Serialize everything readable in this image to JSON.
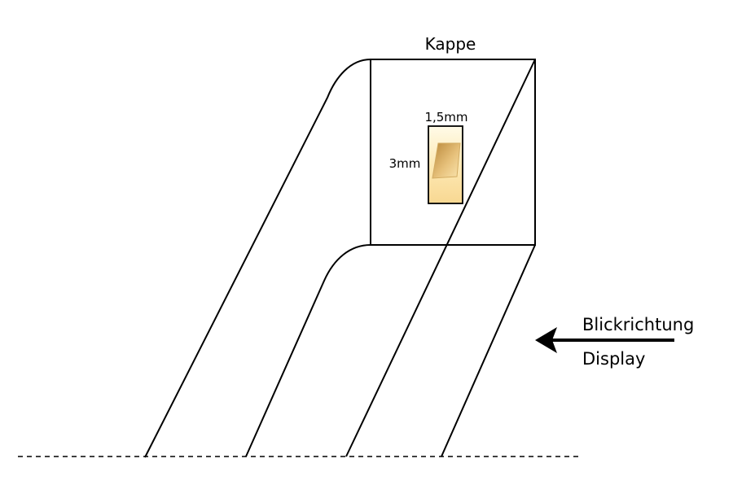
{
  "labels": {
    "cap": "Kappe",
    "width_dim": "1,5mm",
    "height_dim": "3mm",
    "direction_line1": "Blickrichtung",
    "direction_line2": "Display"
  },
  "colors": {
    "line": "#000000",
    "component_fill_light": "#fff0c4",
    "component_fill_mid": "#f7d68c",
    "component_fill_dark": "#c99a4a"
  }
}
